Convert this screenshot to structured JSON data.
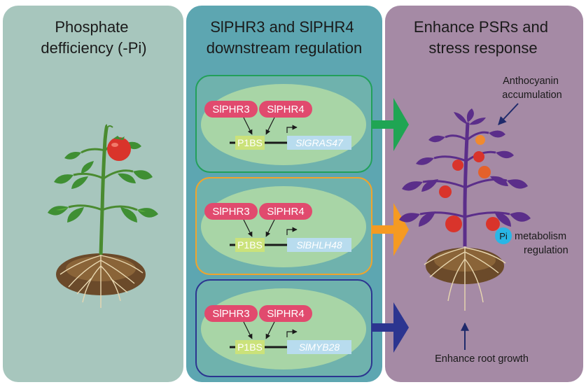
{
  "panels": {
    "left": {
      "title_lines": [
        "Phosphate",
        "defficiency (-Pi)"
      ],
      "color": "#a7c6bd"
    },
    "middle": {
      "title_lines": [
        "SlPHR3 and SlPHR4",
        "downstream regulation"
      ],
      "color": "#5da6b1"
    },
    "right": {
      "title_lines": [
        "Enhance PSRs and",
        "stress response"
      ],
      "color": "#a58aa5"
    }
  },
  "regulation_boxes": [
    {
      "tf1": "SlPHR3",
      "tf2": "SlPHR4",
      "element": "P1BS",
      "gene": "SlGRAS47",
      "border_color": "#22a05a",
      "arrow_color": "#1fa553"
    },
    {
      "tf1": "SlPHR3",
      "tf2": "SlPHR4",
      "element": "P1BS",
      "gene": "SlBHLH48",
      "border_color": "#f0a42c",
      "arrow_color": "#f59a22"
    },
    {
      "tf1": "SlPHR3",
      "tf2": "SlPHR4",
      "element": "P1BS",
      "gene": "SlMYB28",
      "border_color": "#2c3590",
      "arrow_color": "#2c3590"
    }
  ],
  "annotations": {
    "anthocyanin": [
      "Anthocyanin",
      "accumulation"
    ],
    "pi_badge": "Pi",
    "pi_metabolism": [
      "metabolism",
      "regulation"
    ],
    "root_growth": "Enhance root growth"
  },
  "colors": {
    "tf_pill": "#e14a6e",
    "p1bs_box": "#cbe27a",
    "gene_box": "#b8dcee",
    "oval": "#a8d5a6",
    "pi_circle": "#29b6e6"
  }
}
